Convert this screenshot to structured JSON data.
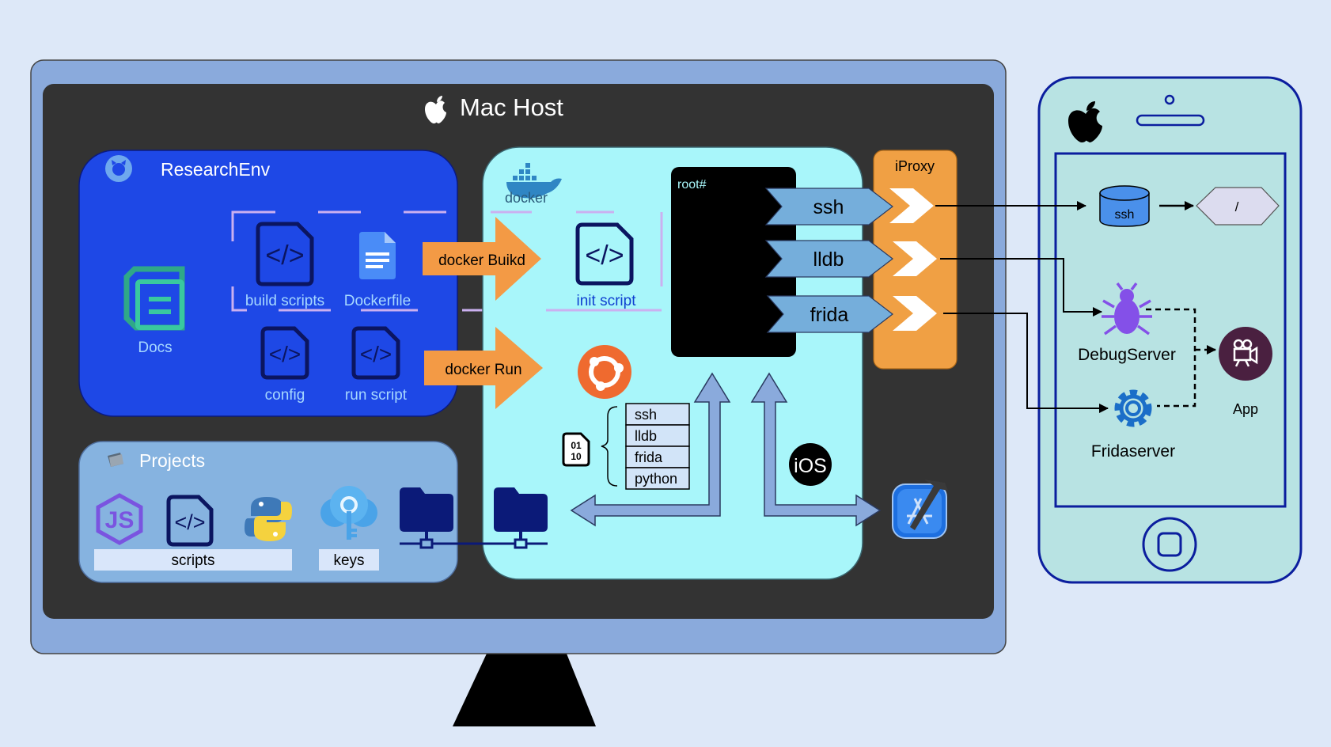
{
  "mac_host": {
    "title": "Mac Host"
  },
  "research_env": {
    "title": "ResearchEnv",
    "docs": "Docs",
    "build_scripts": "build scripts",
    "dockerfile": "Dockerfile",
    "config": "config",
    "run_script": "run script"
  },
  "projects": {
    "title": "Projects",
    "scripts": "scripts",
    "keys": "keys"
  },
  "docker": {
    "logo": "docker",
    "build_arrow": "docker Buikd",
    "run_arrow": "docker Run",
    "init_script": "init script",
    "tools": [
      "ssh",
      "lldb",
      "frida",
      "python"
    ]
  },
  "terminal": {
    "prompt": "root#"
  },
  "channels": {
    "ssh": "ssh",
    "lldb": "lldb",
    "frida": "frida"
  },
  "iproxy": {
    "title": "iProxy"
  },
  "ios_badge": "iOS",
  "device": {
    "ssh": "ssh",
    "root": "/",
    "debugserver": "DebugServer",
    "fridaserver": "Fridaserver",
    "app": "App"
  },
  "colors": {
    "background": "#dde8f8",
    "monitor": "#8aaadc",
    "screen": "#333333",
    "research_env": "#1e48e6",
    "projects": "#86b3e0",
    "docker": "#a8f6fa",
    "iproxy": "#f0a044",
    "arrow_orange": "#f39a45",
    "channel_blue": "#75aedb",
    "phone": "#b8e3e3",
    "phone_outline": "#0b1e9e",
    "purple": "#8450e8"
  }
}
